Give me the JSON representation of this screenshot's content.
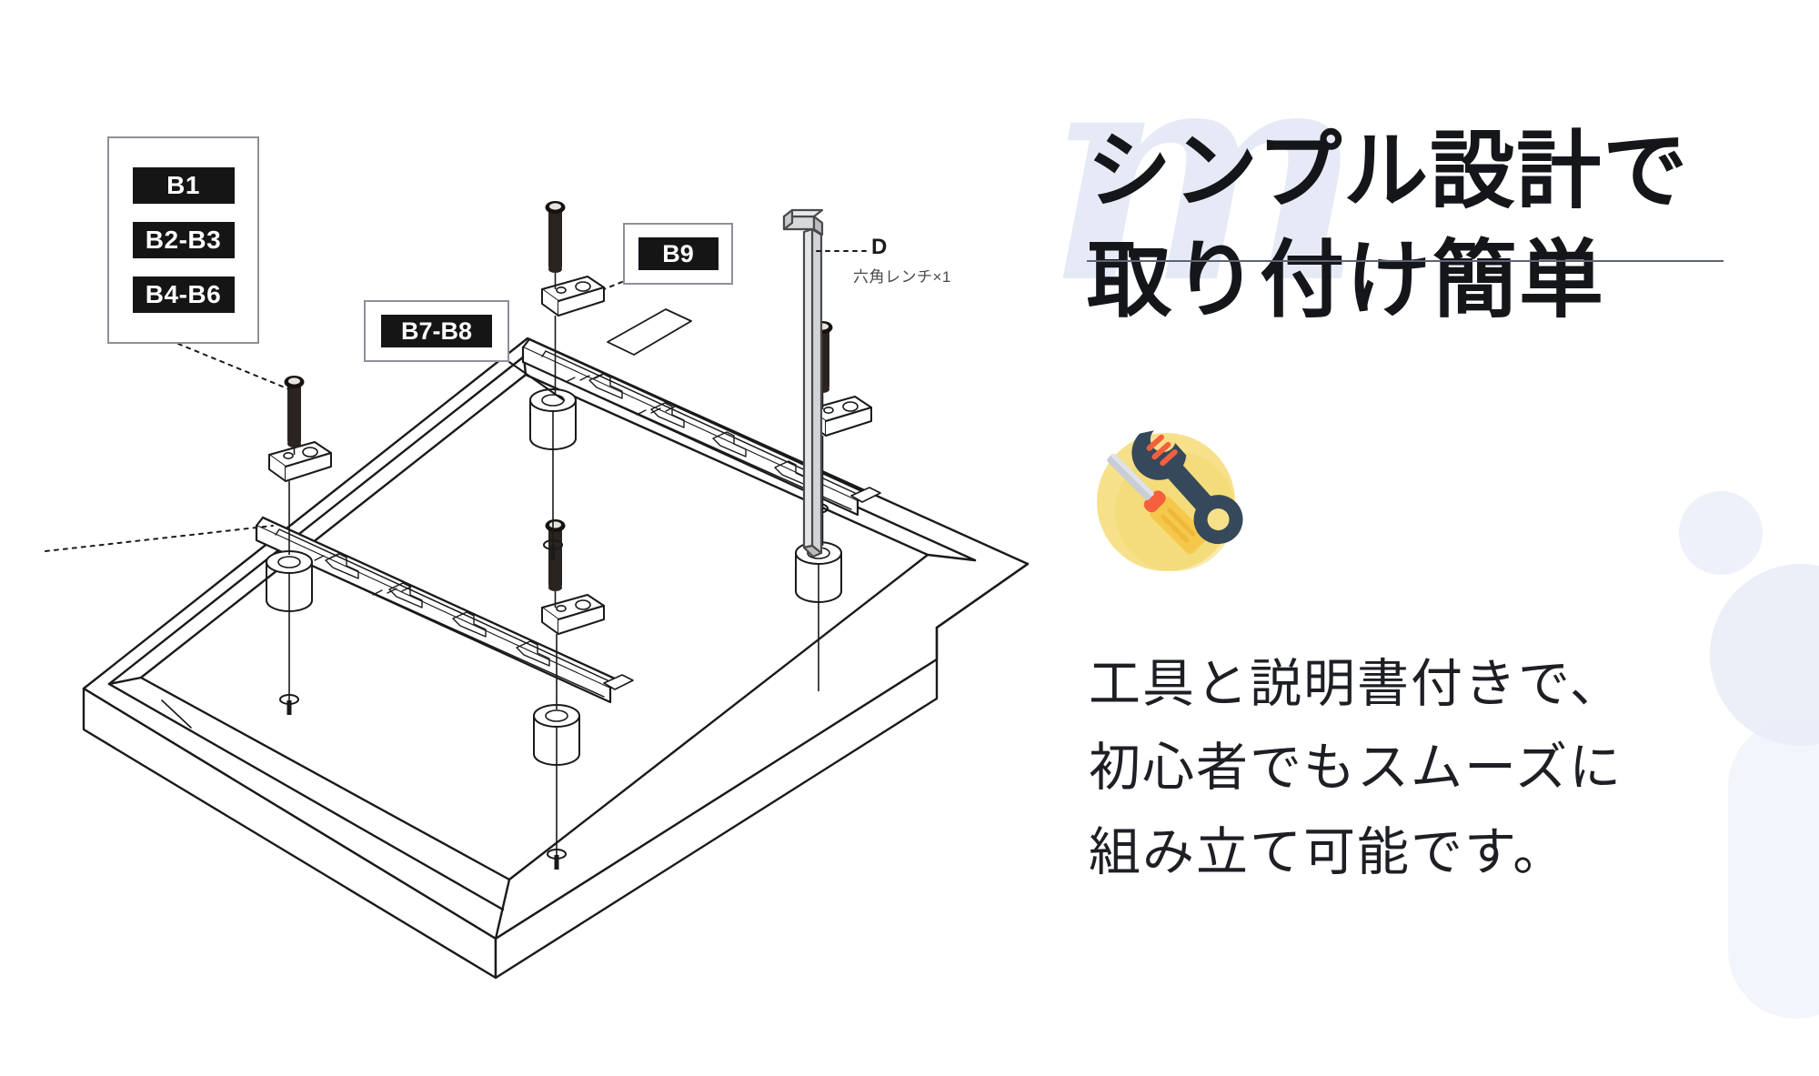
{
  "page": {
    "background": "#ffffff",
    "accent_pale_blue": "#e8ecf7",
    "ink": "#15161a"
  },
  "watermark": {
    "glyph": "m",
    "color": "#e6eaf6"
  },
  "headline": {
    "line1": "シンプル設計で",
    "line2": "取り付け簡単",
    "divider_color": "#5d6475"
  },
  "body": {
    "line1": "工具と説明書付きで、",
    "line2": "初心者でもスムーズに",
    "line3": "組み立て可能です。"
  },
  "tool_icon": {
    "name": "wrench-screwdriver-icon",
    "circle_color": "#f7e08a",
    "wrench_color": "#36495a",
    "handle_color": "#f5c84c",
    "red_color": "#f4603e",
    "blade_color": "#c9ced6"
  },
  "diagram": {
    "callouts": [
      {
        "id": "parts-left",
        "labels": [
          "B1",
          "B2-B3",
          "B4-B6"
        ]
      },
      {
        "id": "parts-b7b8",
        "labels": [
          "B7-B8"
        ]
      },
      {
        "id": "parts-b9",
        "labels": [
          "B9"
        ]
      }
    ],
    "wrench_label": {
      "code": "D",
      "description": "六角レンチ×1"
    }
  }
}
